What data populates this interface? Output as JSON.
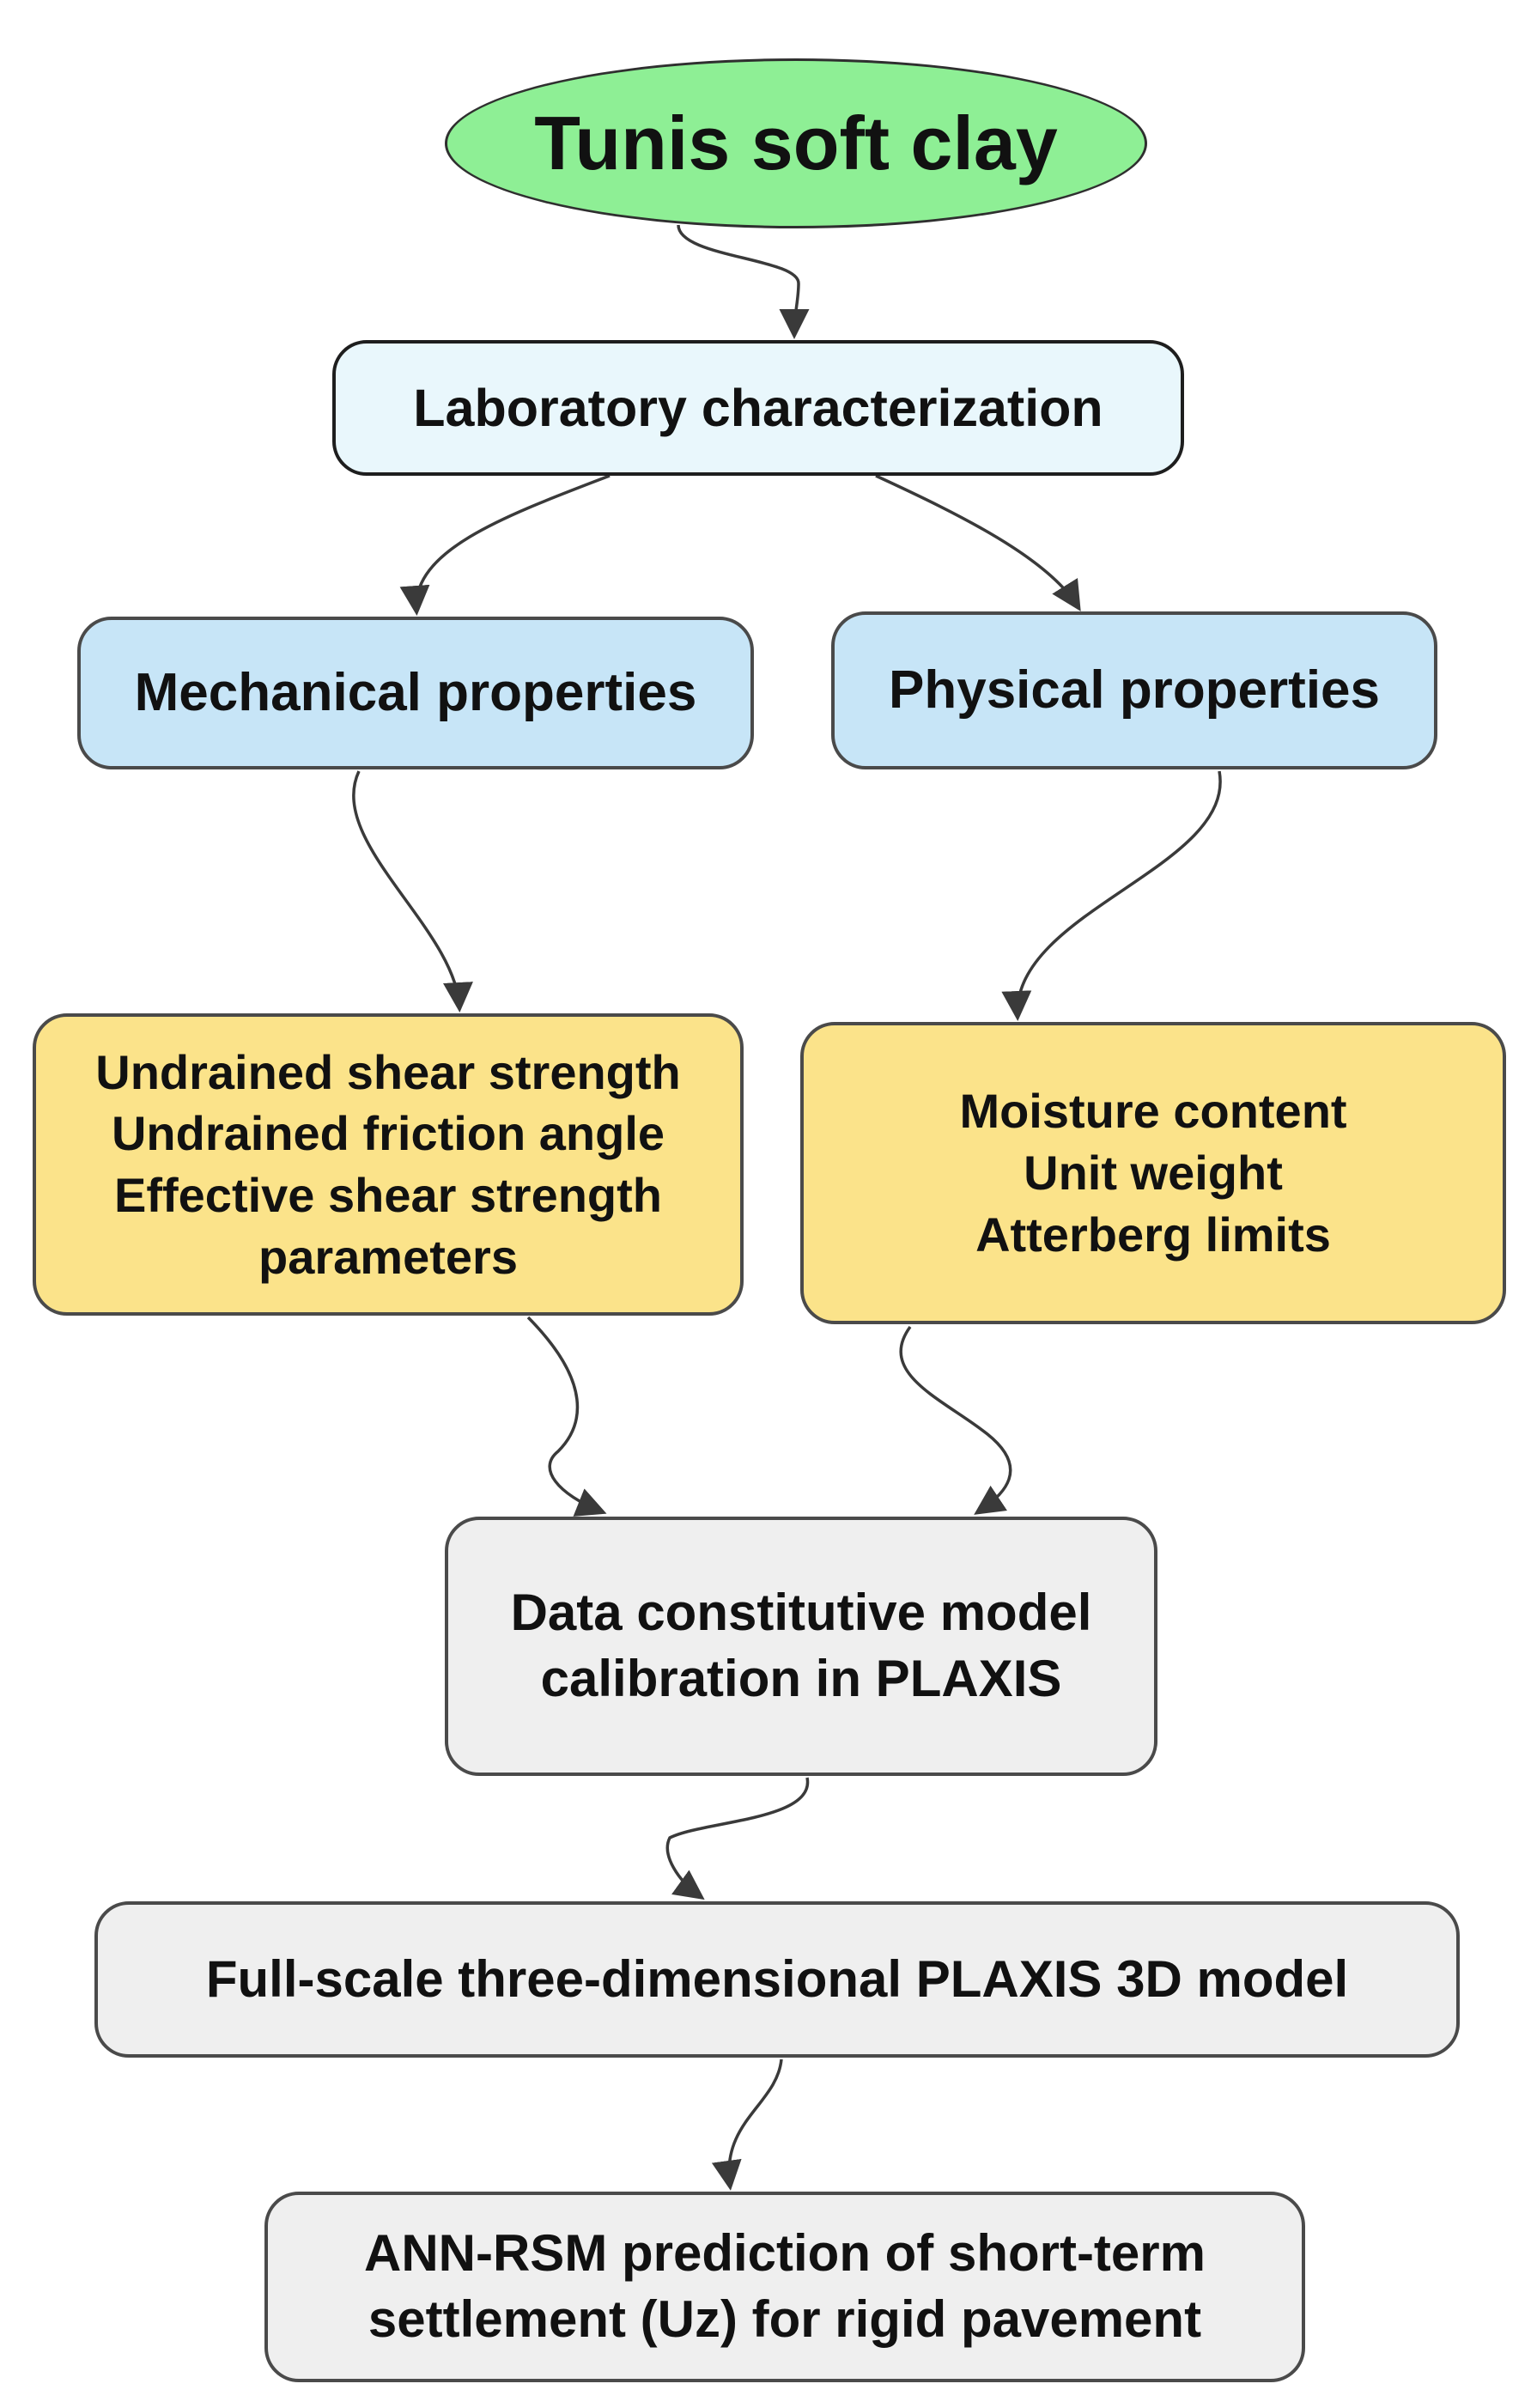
{
  "colors": {
    "start": "#8eef95",
    "lab": "#e9f7fc",
    "properties": "#c7e5f7",
    "parameters": "#fbe38a",
    "process": "#efefef",
    "border": "#4a4a4a",
    "arrow": "#3a3a3a"
  },
  "nodes": {
    "start": {
      "label": "Tunis soft clay"
    },
    "lab": {
      "label": "Laboratory characterization"
    },
    "mechanical": {
      "label": "Mechanical properties"
    },
    "physical": {
      "label": "Physical properties"
    },
    "mechanical_params": {
      "lines": [
        "Undrained shear strength",
        "Undrained friction angle",
        "Effective shear strength",
        "parameters"
      ]
    },
    "physical_params": {
      "lines": [
        "Moisture content",
        "Unit weight",
        "Atterberg limits"
      ]
    },
    "calibration": {
      "lines": [
        "Data constitutive model",
        "calibration in PLAXIS"
      ]
    },
    "model3d": {
      "label": "Full-scale three-dimensional PLAXIS 3D model"
    },
    "prediction": {
      "lines": [
        "ANN-RSM  prediction of short-term",
        "settlement  (Uz) for rigid pavement"
      ]
    }
  },
  "edges": [
    {
      "from": "start",
      "to": "lab"
    },
    {
      "from": "lab",
      "to": "mechanical"
    },
    {
      "from": "lab",
      "to": "physical"
    },
    {
      "from": "mechanical",
      "to": "mechanical_params"
    },
    {
      "from": "physical",
      "to": "physical_params"
    },
    {
      "from": "mechanical_params",
      "to": "calibration"
    },
    {
      "from": "physical_params",
      "to": "calibration"
    },
    {
      "from": "calibration",
      "to": "model3d"
    },
    {
      "from": "model3d",
      "to": "prediction"
    }
  ]
}
